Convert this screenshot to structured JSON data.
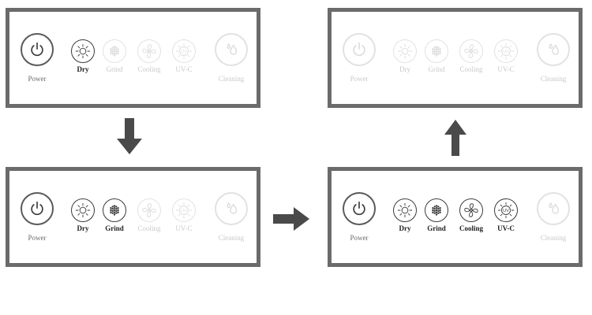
{
  "panels": [
    {
      "states": {
        "power": "on",
        "dry": "on",
        "grind": "off",
        "cooling": "off",
        "uvc": "off",
        "cleaning": "off"
      }
    },
    {
      "states": {
        "power": "on",
        "dry": "on",
        "grind": "on",
        "cooling": "off",
        "uvc": "off",
        "cleaning": "off"
      }
    },
    {
      "states": {
        "power": "on",
        "dry": "on",
        "grind": "on",
        "cooling": "on",
        "uvc": "on",
        "cleaning": "off"
      }
    },
    {
      "states": {
        "power": "off",
        "dry": "off",
        "grind": "off",
        "cooling": "off",
        "uvc": "off",
        "cleaning": "off"
      }
    }
  ],
  "labels": {
    "power": "Power",
    "dry": "Dry",
    "grind": "Grind",
    "cooling": "Cooling",
    "uvc": "UV-C",
    "cleaning": "Cleaning",
    "uv_icon_text": "UV"
  },
  "icons": {
    "power": "power-icon",
    "dry": "sun-icon",
    "grind": "dot-grid-icon",
    "cooling": "fan-icon",
    "uvc": "uv-sun-icon",
    "cleaning": "water-drop-icon"
  },
  "arrows": [
    "down",
    "right",
    "up"
  ],
  "colors": {
    "border": "#6b6b6b",
    "active": "#3a3a3a",
    "inactive": "#e2e2e2",
    "arrow": "#4a4a4a"
  }
}
